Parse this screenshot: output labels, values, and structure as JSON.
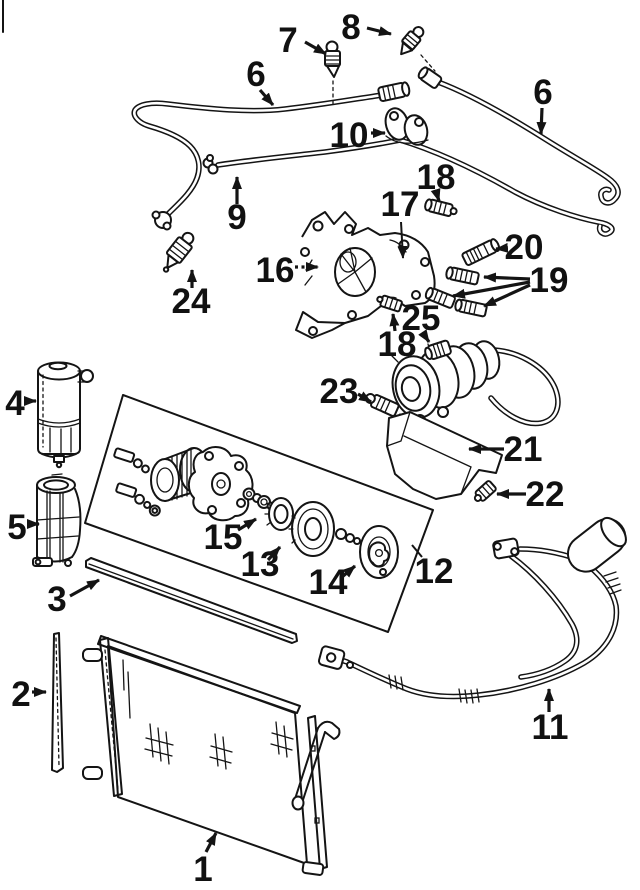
{
  "figure": {
    "background": "#ffffff",
    "ink_color": "#141414",
    "style": "black-and-white exploded parts line drawing"
  },
  "callouts": {
    "condenser": "1",
    "seal_strip_vertical": "2",
    "seal_strip_diagonal": "3",
    "accumulator": "4",
    "accumulator_bracket": "5",
    "hose_upper_left": "6",
    "hose_upper_right": "6",
    "valve_left": "7",
    "valve_right": "8",
    "tube": "9",
    "clip": "10",
    "suction_hose": "11",
    "compressor_kit_box": "12",
    "pulley": "13",
    "clutch_plate": "14",
    "bearing": "15",
    "mount_bracket": "16",
    "bracket_plate": "17",
    "stud_top": "18",
    "stud_bottom": "18",
    "fitting_group": "19",
    "fitting_single": "20",
    "shield": "21",
    "shield_bolt": "22",
    "bolt_front": "23",
    "pressure_switch": "24",
    "compressor_fitting": "25"
  }
}
